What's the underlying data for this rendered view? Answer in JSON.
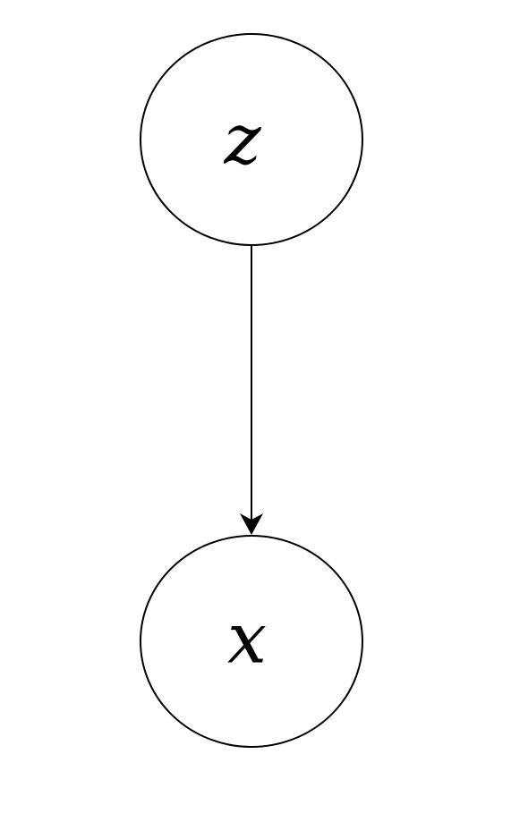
{
  "diagram": {
    "nodes": [
      {
        "id": "z",
        "label": "z"
      },
      {
        "id": "x",
        "label": "x"
      }
    ],
    "edges": [
      {
        "from": "z",
        "to": "x",
        "directed": true
      }
    ]
  },
  "colors": {
    "background": "#ffffff",
    "stroke": "#000000"
  }
}
